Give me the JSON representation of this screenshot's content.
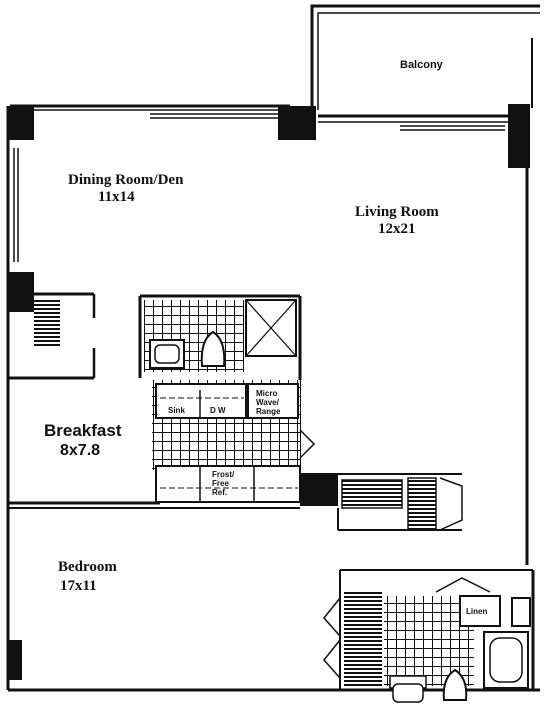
{
  "title": "",
  "rooms": {
    "balcony": {
      "name": "Balcony"
    },
    "dining": {
      "name": "Dining Room/Den",
      "size": "11x14"
    },
    "living": {
      "name": "Living Room",
      "size": "12x21"
    },
    "breakfast": {
      "name": "Breakfast",
      "size": "8x7.8"
    },
    "bedroom": {
      "name": "Bedroom",
      "size": "17x11"
    }
  },
  "fixtures": {
    "sink": "Sink",
    "dw": "D W",
    "micro": [
      "Micro",
      "Wave/",
      "Range"
    ],
    "fridge": [
      "Frost/",
      "Free",
      "Ref."
    ],
    "linen": "Linen"
  }
}
